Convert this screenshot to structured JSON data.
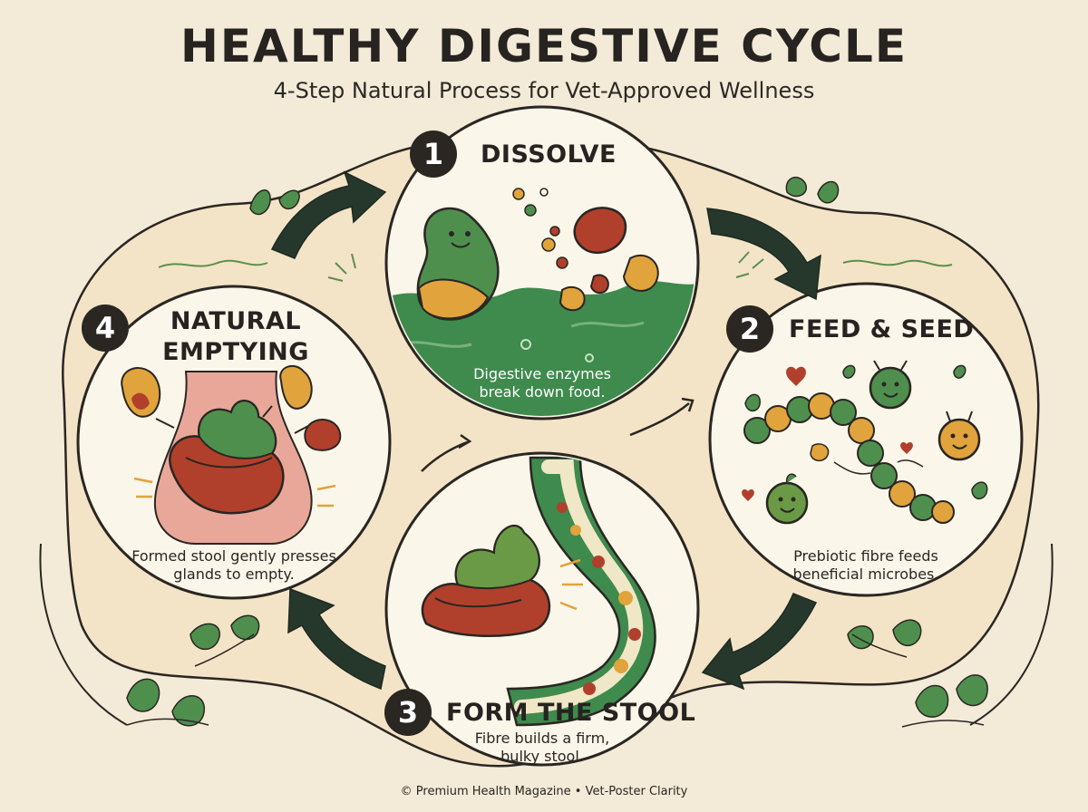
{
  "header": {
    "title": "HEALTHY DIGESTIVE CYCLE",
    "subtitle": "4-Step Natural Process for Vet-Approved Wellness"
  },
  "steps": [
    {
      "number": "1",
      "title": "DISSOLVE",
      "caption_lines": [
        "Digestive enzymes",
        "break down food."
      ]
    },
    {
      "number": "2",
      "title": "FEED & SEED",
      "caption_lines": [
        "Prebiotic fibre feeds",
        "beneficial microbes."
      ]
    },
    {
      "number": "3",
      "title": "FORM THE STOOL",
      "caption_lines": [
        "Fibre builds a firm,",
        "bulky stool."
      ]
    },
    {
      "number": "4",
      "title_lines": [
        "NATURAL",
        "EMPTYING"
      ],
      "caption_lines": [
        "Formed stool gently presses",
        "glands to empty."
      ]
    }
  ],
  "footer": {
    "text": "© Premium Health Magazine • Vet-Poster Clarity"
  },
  "colors": {
    "background": "#f3ead7",
    "circle_fill": "#fbf6ea",
    "outline": "#2a2622",
    "arrow": "#26382c",
    "green": "#4f8f4e",
    "red": "#b0402c",
    "orange": "#e1a33c",
    "pink": "#e9a79a"
  },
  "icons": [
    "leaf-icon",
    "sparkle-icon",
    "heart-icon",
    "microbe-icon",
    "stool-icon",
    "food-chunk-icon",
    "cycle-arrow-icon"
  ]
}
